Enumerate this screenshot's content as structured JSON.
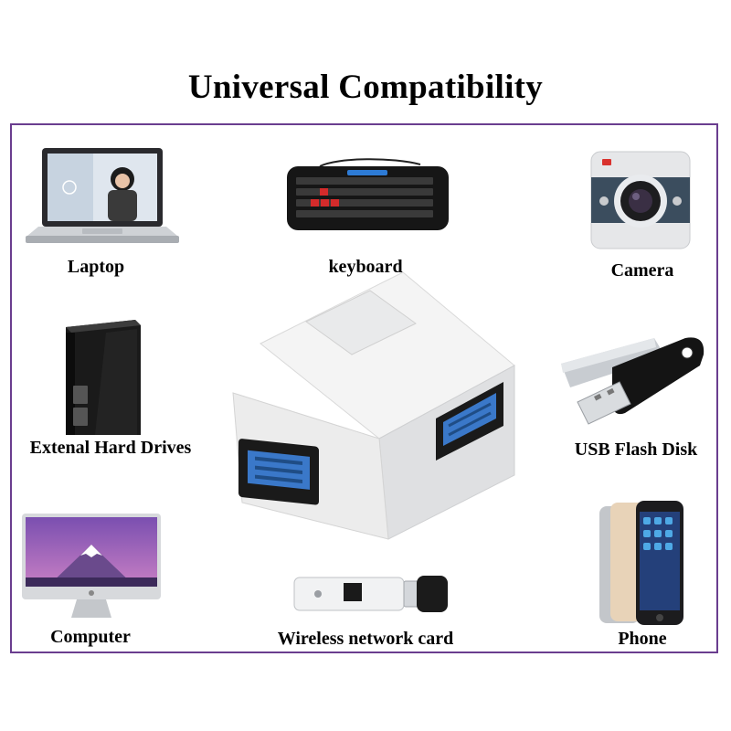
{
  "title": "Universal Compatibility",
  "devices": {
    "laptop": "Laptop",
    "keyboard": "keyboard",
    "camera": "Camera",
    "hard_drive": "Extenal Hard Drives",
    "flash_disk": "USB Flash Disk",
    "computer": "Computer",
    "wireless_card": "Wireless network card",
    "phone": "Phone"
  },
  "colors": {
    "frame": "#6a3d8f",
    "usb_blue": "#3a78c9"
  }
}
